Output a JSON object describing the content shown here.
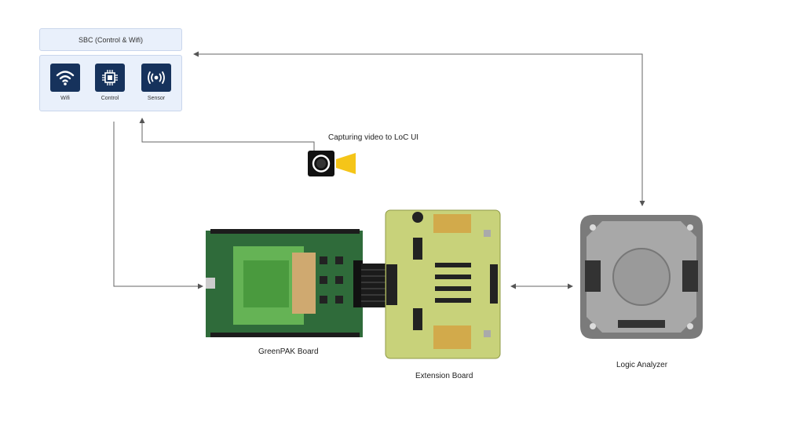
{
  "sbc": {
    "title": "SBC (Control & Wifi)",
    "items": [
      {
        "label": "Wifi",
        "icon": "wifi-icon"
      },
      {
        "label": "Control",
        "icon": "chip-icon"
      },
      {
        "label": "Sensor",
        "icon": "sensor-icon"
      }
    ]
  },
  "camera": {
    "label": "Capturing video to LoC UI",
    "icon": "camera-icon"
  },
  "boards": {
    "greenpak": "GreenPAK  Board",
    "extension": "Extension Board",
    "logic_analyzer": "Logic Analyzer"
  },
  "colors": {
    "panel_bg": "#e9f0fb",
    "tile_bg": "#16325c",
    "camera_yellow": "#f5c518",
    "pcb_green": "#2f6b3a",
    "ext_board": "#c8d27a",
    "analyzer_gray": "#9a9a9a"
  }
}
